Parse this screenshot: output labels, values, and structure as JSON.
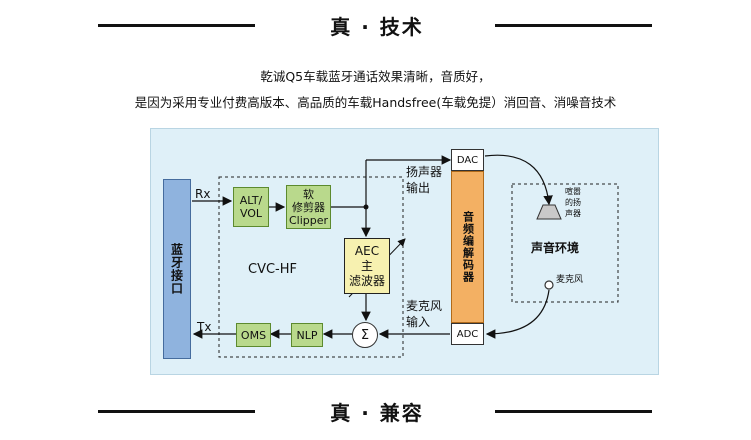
{
  "header": {
    "title": "真 · 技术"
  },
  "intro": {
    "line1": "乾诚Q5车载蓝牙通话效果清晰，音质好，",
    "line2": "是因为采用专业付费高版本、高品质的车载Handsfree(车载免提）消回音、消噪音技术"
  },
  "diagram": {
    "bluetooth_interface": "蓝牙接口",
    "rx": "Rx",
    "tx": "Tx",
    "alt_vol": [
      "ALT/",
      "VOL"
    ],
    "clipper": [
      "软",
      "修剪器",
      "Clipper"
    ],
    "cvc_hf": "CVC-HF",
    "aec": [
      "AEC",
      "主",
      "滤波器"
    ],
    "oms": "OMS",
    "nlp": "NLP",
    "sum": "Σ",
    "speaker_output": [
      "扬声器",
      "输出"
    ],
    "mic_input": [
      "麦克风",
      "输入"
    ],
    "dac": "DAC",
    "adc": "ADC",
    "codec": "音频编解码器",
    "speaker_label": [
      "喧嚣",
      "的扬",
      "声器"
    ],
    "sound_env": "声音环境",
    "microphone_label": "麦克风"
  },
  "footer": {
    "title": "真 · 兼容"
  }
}
